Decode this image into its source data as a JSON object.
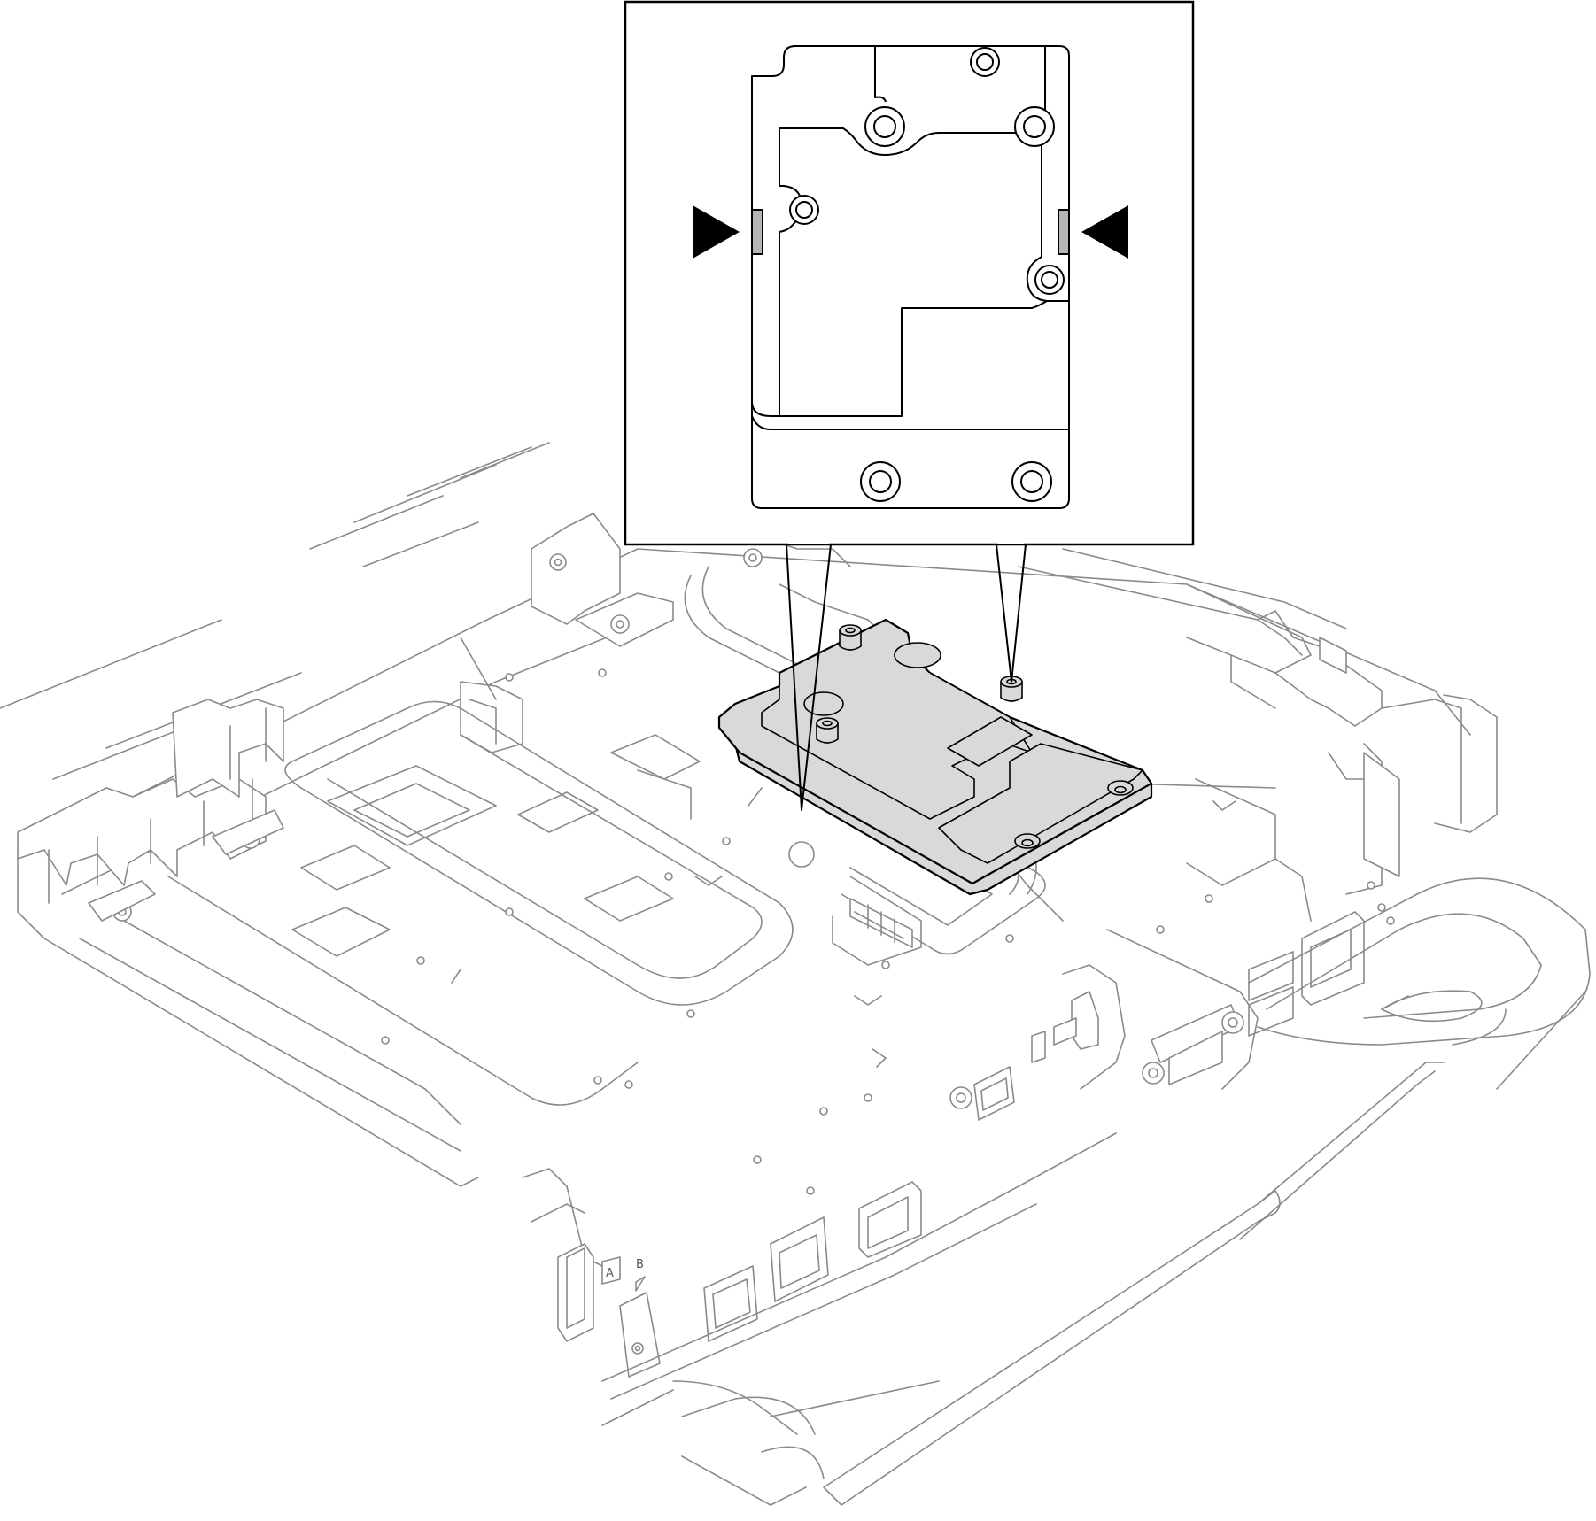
{
  "figure": {
    "labels": {
      "slot_a": "A",
      "slot_b": "B"
    },
    "colors": {
      "highlight_fill": "#d9d9d9",
      "outline": "#000000",
      "context_line": "#8a8a8a",
      "background": "#ffffff"
    },
    "callout": {
      "markers": [
        "right-pointing-arrow",
        "left-pointing-arrow"
      ],
      "marker_color": "#000000"
    }
  }
}
